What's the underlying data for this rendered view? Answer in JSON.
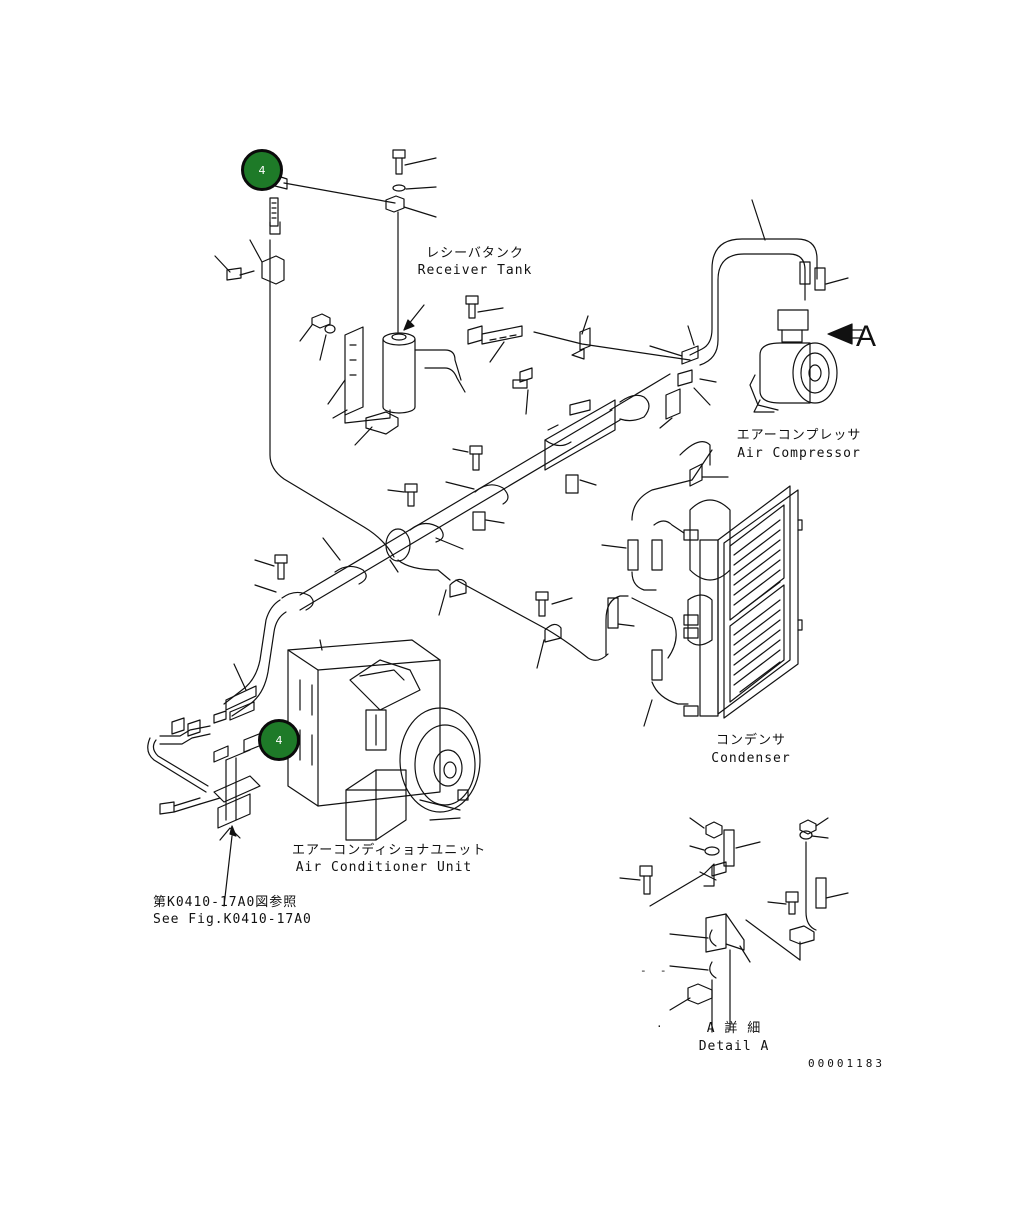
{
  "callouts": [
    {
      "number": "4"
    },
    {
      "number": "4"
    }
  ],
  "labels": {
    "receiver_tank_jp": "レシーバタンク",
    "receiver_tank_en": "Receiver Tank",
    "air_compressor_jp": "エアーコンプレッサ",
    "air_compressor_en": "Air Compressor",
    "condenser_jp": "コンデンサ",
    "condenser_en": "Condenser",
    "ac_unit_jp": "エアーコンディショナユニット",
    "ac_unit_en": "Air Conditioner Unit",
    "see_fig_jp": "第K0410-17A0図参照",
    "see_fig_en": "See Fig.K0410-17A0",
    "view_arrow": "A",
    "detail_jp": "A 詳 細",
    "detail_en": "Detail A",
    "drawing_number": "00001183"
  },
  "colors": {
    "callout_fill": "#1e7a28",
    "line": "#111111"
  }
}
